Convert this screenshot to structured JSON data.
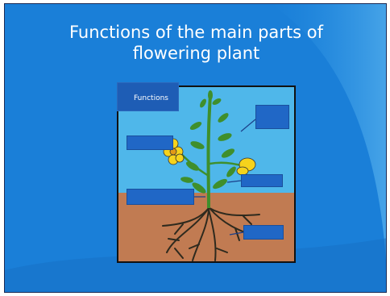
{
  "slide": {
    "title_line1": "Functions of the main parts of",
    "title_line2": "flowering plant",
    "functions_label": "Functions"
  },
  "icons": {
    "plant": "flowering-plant-illustration"
  },
  "colors": {
    "slide_background": "#1a7fd8",
    "sky": "#4fb7ea",
    "soil": "#c17b52",
    "label_box": "#2067c6",
    "flower": "#f6d31c",
    "leaf": "#3f8f2c"
  }
}
